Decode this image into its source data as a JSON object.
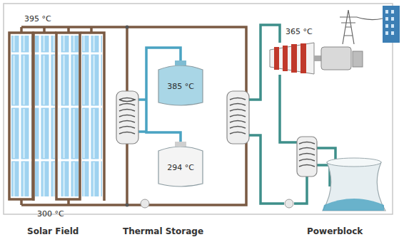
{
  "diagram": {
    "nodes": [
      {
        "text": [
          "385 °C"
        ]
      },
      {
        "text": [
          "294 °C"
        ]
      }
    ],
    "edges": [
      {
        "from": 0,
        "to": 1,
        "arrow": "none"
      }
    ],
    "labels": [
      "395 °C",
      "300 °C",
      "365 °C",
      "Solar Field",
      "Thermal Storage",
      "Powerblock"
    ]
  }
}
